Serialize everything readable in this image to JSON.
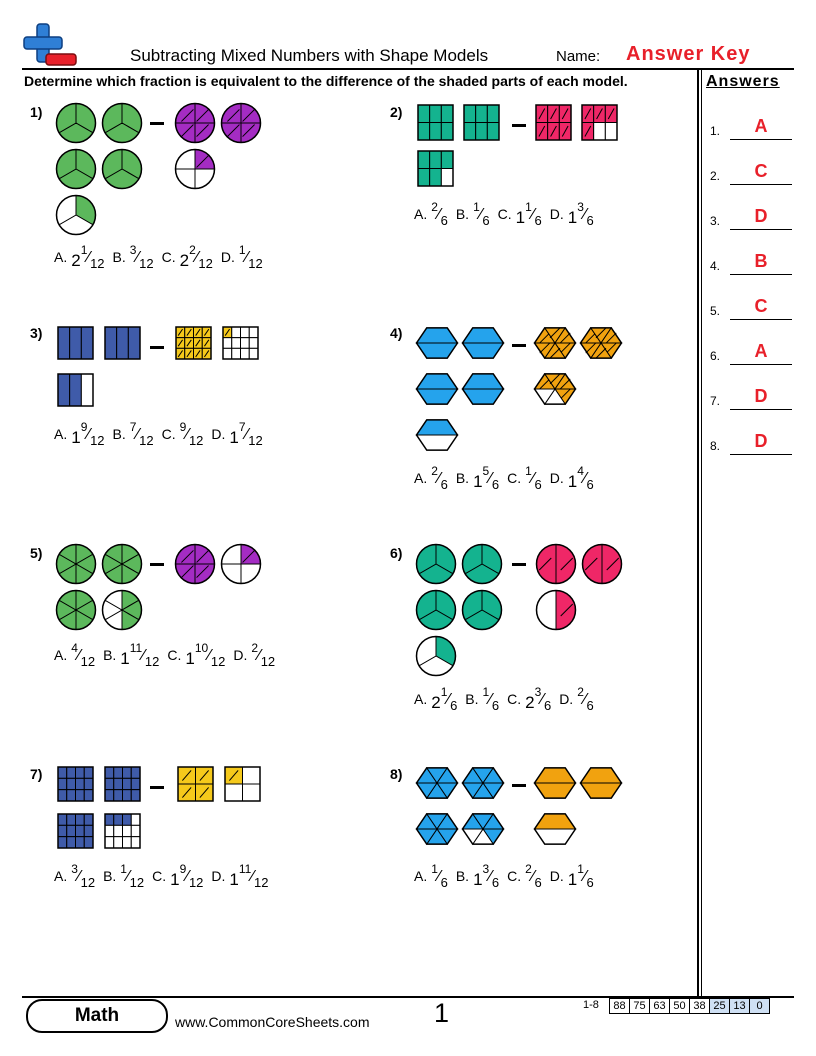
{
  "header": {
    "title": "Subtracting Mixed Numbers with Shape Models",
    "name_label": "Name:",
    "answer_key": "Answer Key",
    "instructions": "Determine which fraction is equivalent to the difference of the shaded parts of each model."
  },
  "colors": {
    "green": "#5cb85c",
    "purple": "#a42cc3",
    "teal": "#14b38f",
    "pink": "#ef2767",
    "blue": "#3f5ba9",
    "yellow": "#f5c91b",
    "sky": "#25a3ec",
    "orange": "#f1a20f",
    "answer_red": "#e8202a",
    "highlight": "#cfe0f4"
  },
  "answers": {
    "heading": "Answers",
    "items": [
      {
        "num": "1.",
        "val": "A"
      },
      {
        "num": "2.",
        "val": "C"
      },
      {
        "num": "3.",
        "val": "D"
      },
      {
        "num": "4.",
        "val": "B"
      },
      {
        "num": "5.",
        "val": "C"
      },
      {
        "num": "6.",
        "val": "A"
      },
      {
        "num": "7.",
        "val": "D"
      },
      {
        "num": "8.",
        "val": "D"
      }
    ]
  },
  "problems": [
    {
      "num": "1)",
      "shape": "circle3-circle4",
      "left": [
        3,
        3,
        3,
        3,
        1
      ],
      "right": [
        4,
        4,
        1
      ],
      "options": [
        {
          "letter": "A.",
          "whole": "2",
          "numer": "1",
          "denom": "12"
        },
        {
          "letter": "B.",
          "whole": "",
          "numer": "3",
          "denom": "12"
        },
        {
          "letter": "C.",
          "whole": "2",
          "numer": "2",
          "denom": "12"
        },
        {
          "letter": "D.",
          "whole": "",
          "numer": "1",
          "denom": "12"
        }
      ]
    },
    {
      "num": "2)",
      "shape": "grid6",
      "left": [
        6,
        6,
        5
      ],
      "right": [
        6,
        4
      ],
      "options": [
        {
          "letter": "A.",
          "whole": "",
          "numer": "2",
          "denom": "6"
        },
        {
          "letter": "B.",
          "whole": "",
          "numer": "1",
          "denom": "6"
        },
        {
          "letter": "C.",
          "whole": "1",
          "numer": "1",
          "denom": "6"
        },
        {
          "letter": "D.",
          "whole": "1",
          "numer": "3",
          "denom": "6"
        }
      ]
    },
    {
      "num": "3)",
      "shape": "bars3-grid12",
      "left": [
        3,
        3,
        2
      ],
      "right": [
        12,
        1
      ],
      "options": [
        {
          "letter": "A.",
          "whole": "1",
          "numer": "9",
          "denom": "12"
        },
        {
          "letter": "B.",
          "whole": "",
          "numer": "7",
          "denom": "12"
        },
        {
          "letter": "C.",
          "whole": "",
          "numer": "9",
          "denom": "12"
        },
        {
          "letter": "D.",
          "whole": "1",
          "numer": "7",
          "denom": "12"
        }
      ]
    },
    {
      "num": "4)",
      "shape": "hex2-hex6",
      "left": [
        2,
        2,
        2,
        2,
        1
      ],
      "right": [
        6,
        6,
        4
      ],
      "options": [
        {
          "letter": "A.",
          "whole": "",
          "numer": "2",
          "denom": "6"
        },
        {
          "letter": "B.",
          "whole": "1",
          "numer": "5",
          "denom": "6"
        },
        {
          "letter": "C.",
          "whole": "",
          "numer": "1",
          "denom": "6"
        },
        {
          "letter": "D.",
          "whole": "1",
          "numer": "4",
          "denom": "6"
        }
      ]
    },
    {
      "num": "5)",
      "shape": "circle6-circle4",
      "left": [
        6,
        6,
        6,
        3
      ],
      "right": [
        4,
        1
      ],
      "options": [
        {
          "letter": "A.",
          "whole": "",
          "numer": "4",
          "denom": "12"
        },
        {
          "letter": "B.",
          "whole": "1",
          "numer": "11",
          "denom": "12"
        },
        {
          "letter": "C.",
          "whole": "1",
          "numer": "10",
          "denom": "12"
        },
        {
          "letter": "D.",
          "whole": "",
          "numer": "2",
          "denom": "12"
        }
      ]
    },
    {
      "num": "6)",
      "shape": "circle3-circle2",
      "left": [
        3,
        3,
        3,
        3,
        1
      ],
      "right": [
        2,
        2,
        1
      ],
      "options": [
        {
          "letter": "A.",
          "whole": "2",
          "numer": "1",
          "denom": "6"
        },
        {
          "letter": "B.",
          "whole": "",
          "numer": "1",
          "denom": "6"
        },
        {
          "letter": "C.",
          "whole": "2",
          "numer": "3",
          "denom": "6"
        },
        {
          "letter": "D.",
          "whole": "",
          "numer": "2",
          "denom": "6"
        }
      ]
    },
    {
      "num": "7)",
      "shape": "grid12-grid4",
      "left": [
        12,
        12,
        12,
        3
      ],
      "right": [
        4,
        1
      ],
      "options": [
        {
          "letter": "A.",
          "whole": "",
          "numer": "3",
          "denom": "12"
        },
        {
          "letter": "B.",
          "whole": "",
          "numer": "1",
          "denom": "12"
        },
        {
          "letter": "C.",
          "whole": "1",
          "numer": "9",
          "denom": "12"
        },
        {
          "letter": "D.",
          "whole": "1",
          "numer": "11",
          "denom": "12"
        }
      ]
    },
    {
      "num": "8)",
      "shape": "hex6-hex2",
      "left": [
        6,
        6,
        6,
        4
      ],
      "right": [
        2,
        2,
        1
      ],
      "options": [
        {
          "letter": "A.",
          "whole": "",
          "numer": "1",
          "denom": "6"
        },
        {
          "letter": "B.",
          "whole": "1",
          "numer": "3",
          "denom": "6"
        },
        {
          "letter": "C.",
          "whole": "",
          "numer": "2",
          "denom": "6"
        },
        {
          "letter": "D.",
          "whole": "1",
          "numer": "1",
          "denom": "6"
        }
      ]
    }
  ],
  "footer": {
    "subject": "Math",
    "website": "www.CommonCoreSheets.com",
    "page": "1",
    "score_label": "1-8",
    "scores": [
      "88",
      "75",
      "63",
      "50",
      "38",
      "25",
      "13",
      "0"
    ]
  }
}
